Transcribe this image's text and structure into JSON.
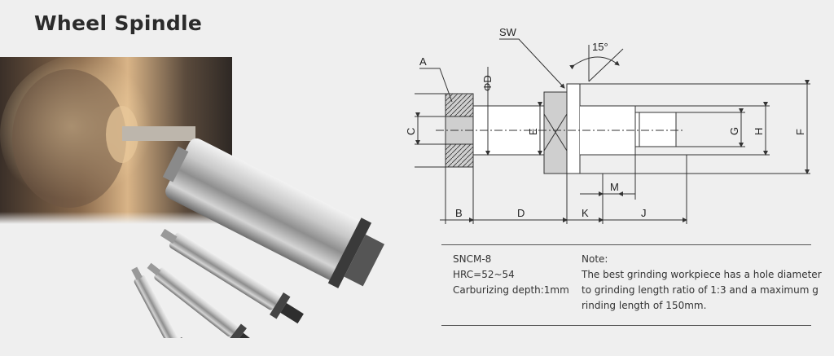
{
  "header": {
    "title": "Wheel Spindle"
  },
  "diagram": {
    "labels": {
      "A": "A",
      "SW": "SW",
      "angle": "15°",
      "phi_d": "ΦD",
      "C": "C",
      "E": "E",
      "G": "G",
      "H": "H",
      "F": "F",
      "B": "B",
      "D": "D",
      "K": "K",
      "M": "M",
      "J": "J"
    }
  },
  "specs": {
    "material": "SNCM-8",
    "hardness": "HRC=52~54",
    "carburizing": "Carburizing depth:1mm"
  },
  "note": {
    "heading": "Note:",
    "body": "The best grinding workpiece has a hole diameter to grinding length ratio of 1:3 and a maximum g rinding length of 150mm."
  }
}
